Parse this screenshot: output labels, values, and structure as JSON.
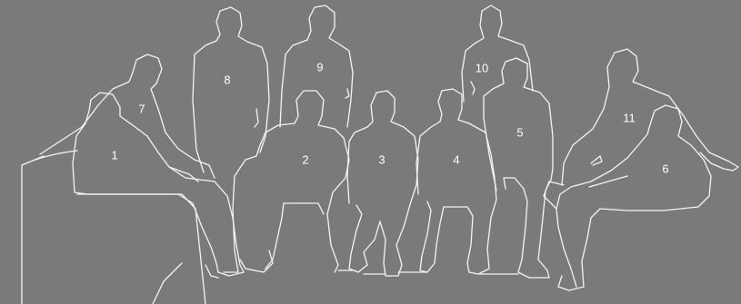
{
  "labels": {
    "p1": "1",
    "p2": "2",
    "p3": "3",
    "p4": "4",
    "p5": "5",
    "p6": "6",
    "p7": "7",
    "p8": "8",
    "p9": "9",
    "p10": "10",
    "p11": "11"
  },
  "colors": {
    "background": "#7b7a78",
    "outline": "#f4f4f4",
    "label": "#ffffff"
  }
}
